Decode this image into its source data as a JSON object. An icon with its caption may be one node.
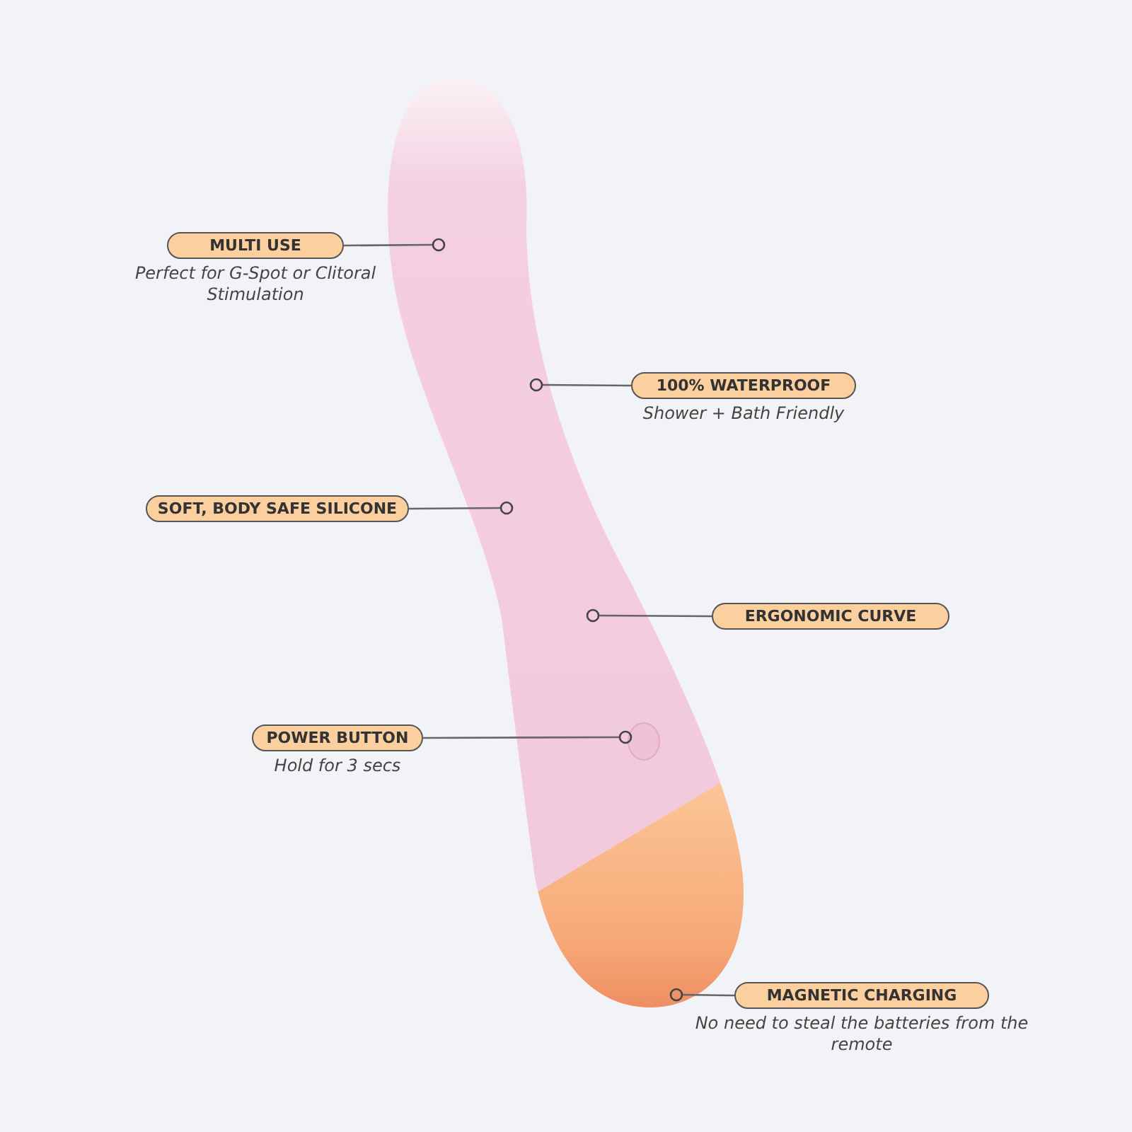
{
  "diagram": {
    "nodes": [
      {
        "text": [
          "MULTI USE",
          "Perfect for G-Spot or Clitoral Stimulation"
        ]
      },
      {
        "text": [
          "100% WATERPROOF",
          "Shower + Bath Friendly"
        ]
      },
      {
        "text": [
          "SOFT, BODY SAFE SILICONE"
        ]
      },
      {
        "text": [
          "ERGONOMIC CURVE"
        ]
      },
      {
        "text": [
          "POWER BUTTON",
          "Hold for 3 secs"
        ]
      },
      {
        "text": [
          "MAGNETIC CHARGING",
          "No need to steal the batteries from the remote"
        ]
      },
      {
        "text": [],
        "shape": "picture"
      }
    ],
    "edges": [
      {
        "from": 0,
        "to": 6,
        "arrow": "other"
      },
      {
        "from": 1,
        "to": 6,
        "arrow": "other"
      },
      {
        "from": 2,
        "to": 6,
        "arrow": "other"
      },
      {
        "from": 3,
        "to": 6,
        "arrow": "other"
      },
      {
        "from": 4,
        "to": 6,
        "arrow": "other"
      },
      {
        "from": 5,
        "to": 6,
        "arrow": "other"
      }
    ]
  }
}
